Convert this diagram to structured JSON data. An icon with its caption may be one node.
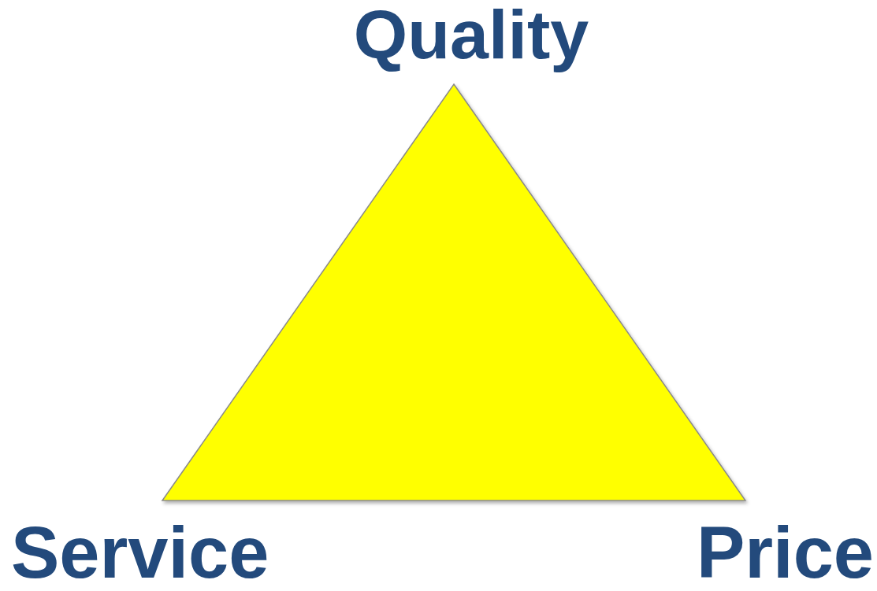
{
  "diagram": {
    "nodes": [
      {
        "text": [],
        "shape": "triangle",
        "beside": [
          "Quality",
          "Service",
          "Price"
        ]
      }
    ]
  }
}
